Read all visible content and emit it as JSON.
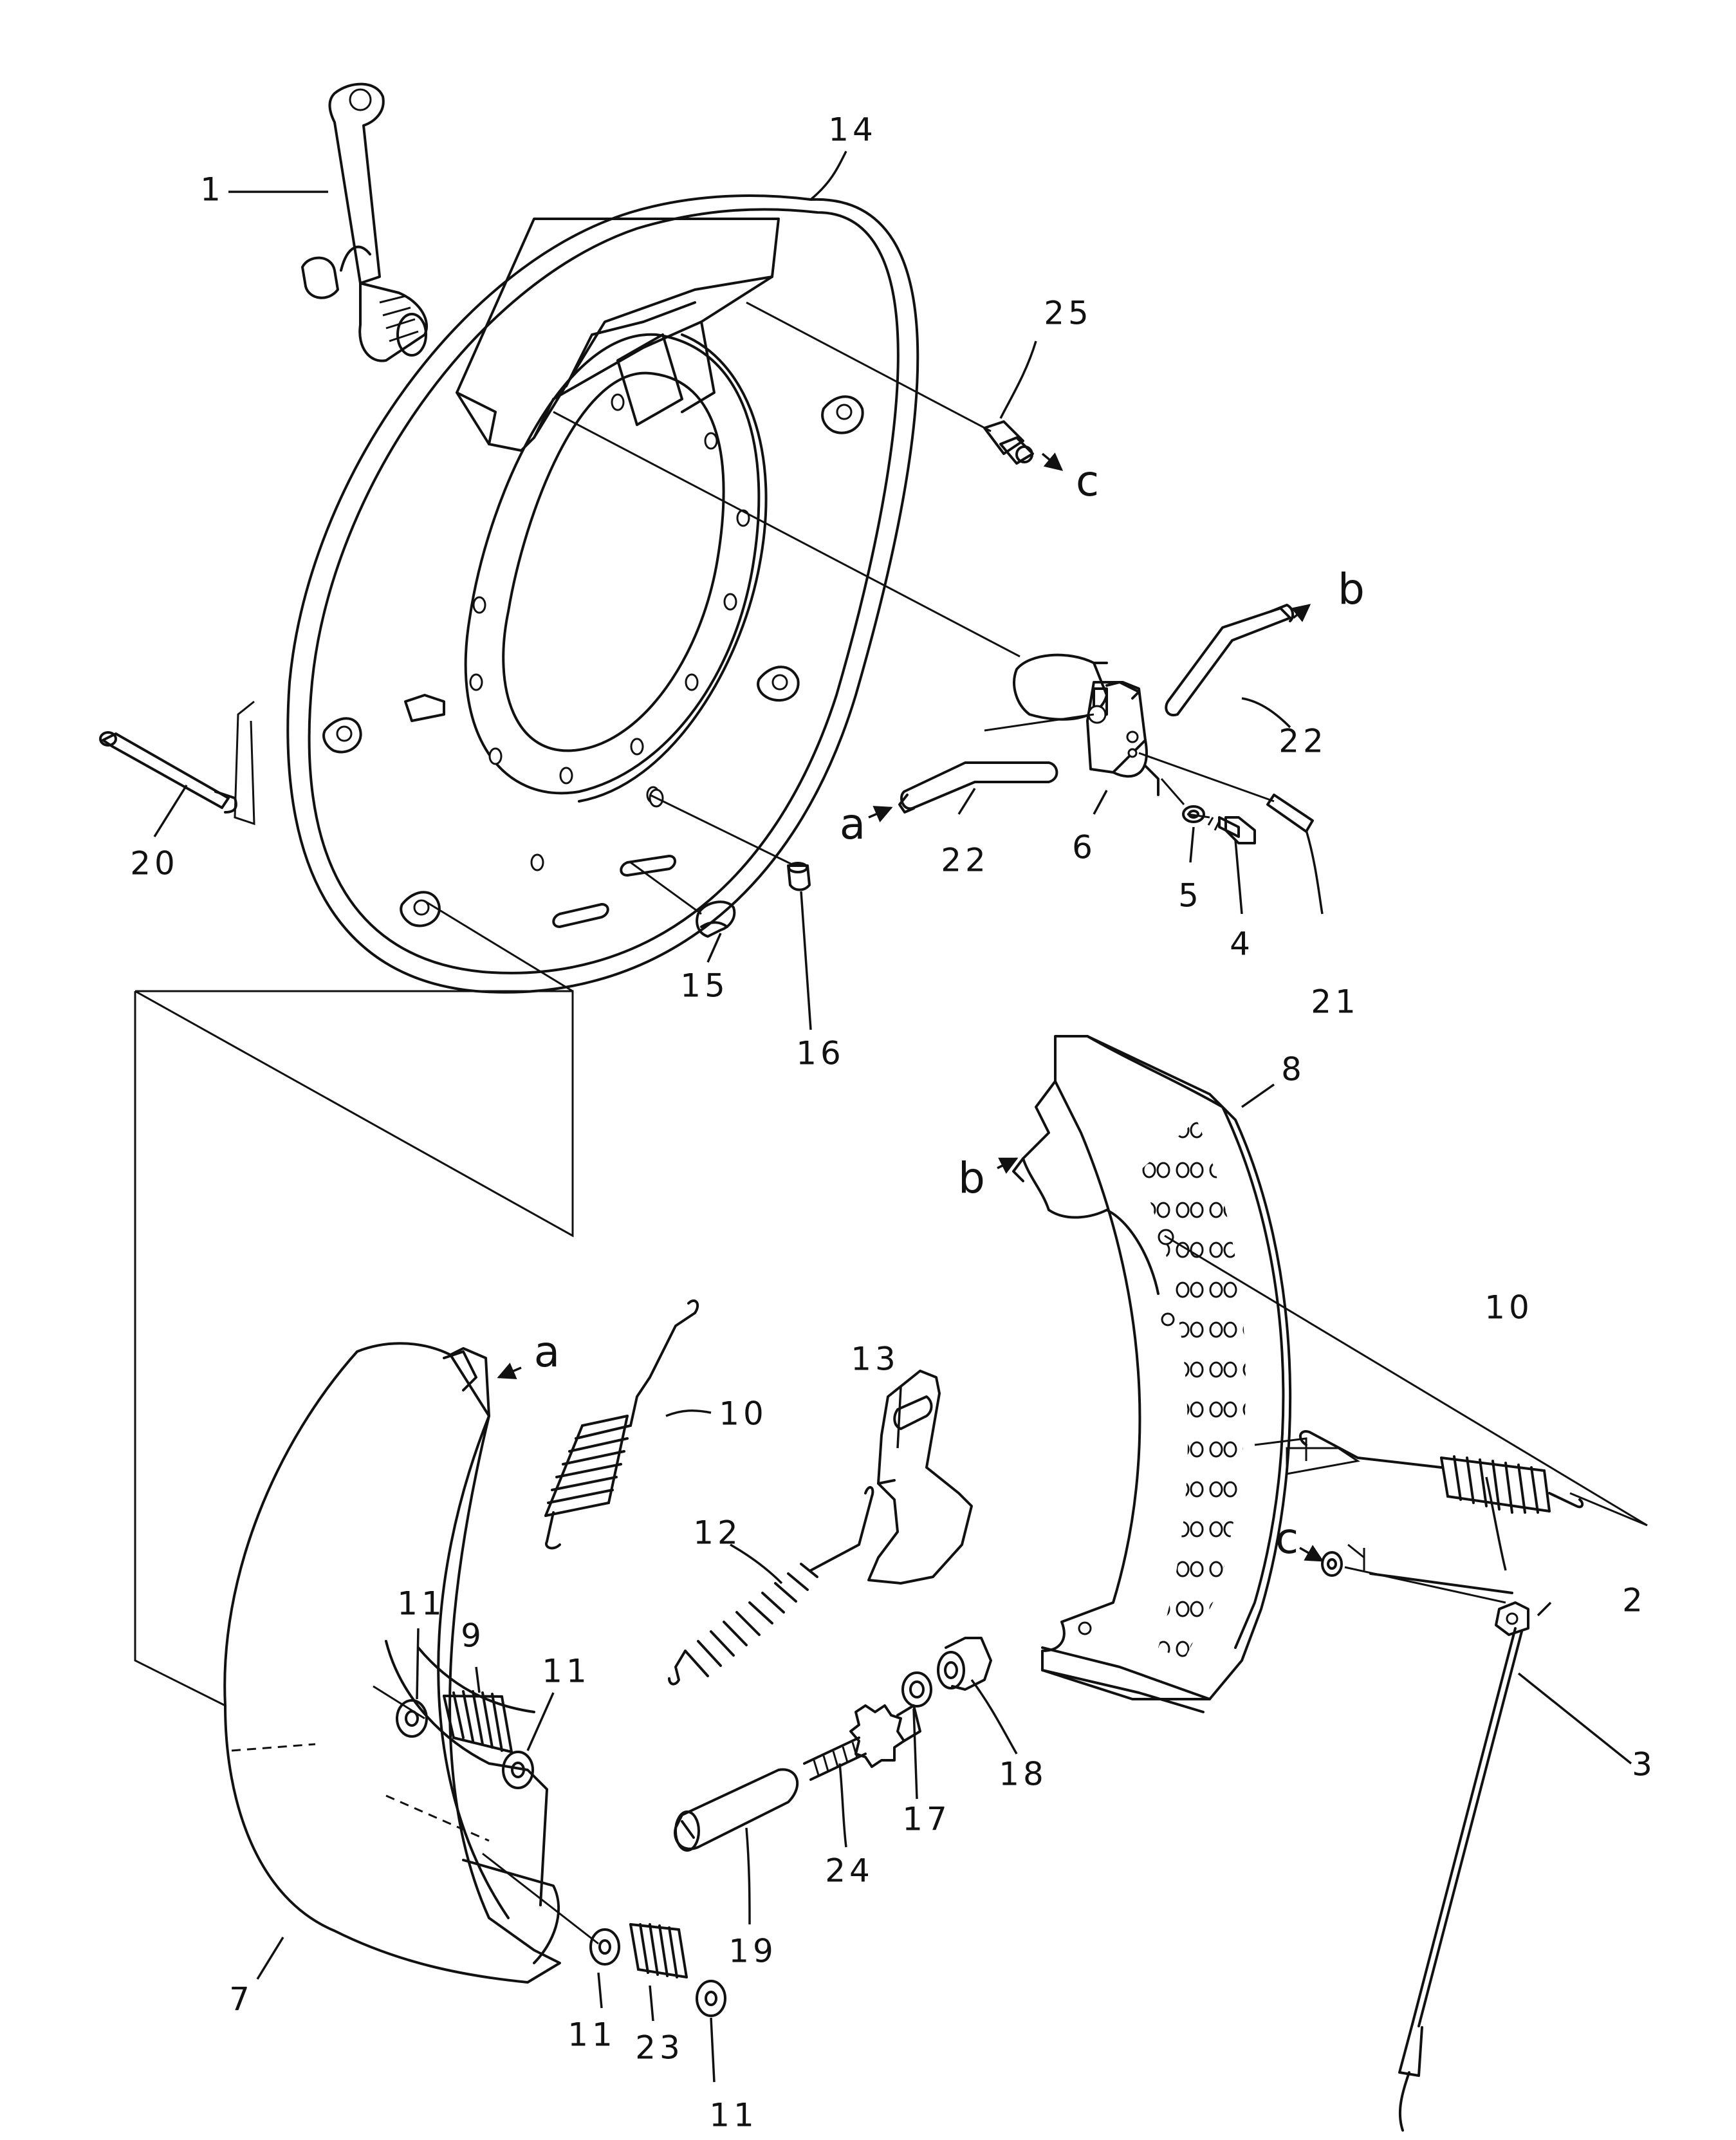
{
  "callouts": {
    "n1": "1",
    "n2": "2",
    "n3": "3",
    "n4": "4",
    "n5": "5",
    "n6": "6",
    "n7": "7",
    "n8": "8",
    "n9": "9",
    "n10a": "10",
    "n10b": "10",
    "n11a": "11",
    "n11b": "11",
    "n11c": "11",
    "n11d": "11",
    "n12": "12",
    "n13": "13",
    "n14": "14",
    "n15": "15",
    "n16": "16",
    "n17": "17",
    "n18": "18",
    "n19": "19",
    "n20": "20",
    "n21": "21",
    "n22a": "22",
    "n22b": "22",
    "n23": "23",
    "n24": "24",
    "n25": "25"
  },
  "connectors": {
    "a1": "a",
    "a2": "a",
    "b1": "b",
    "b2": "b",
    "c1": "c",
    "c2": "c"
  }
}
